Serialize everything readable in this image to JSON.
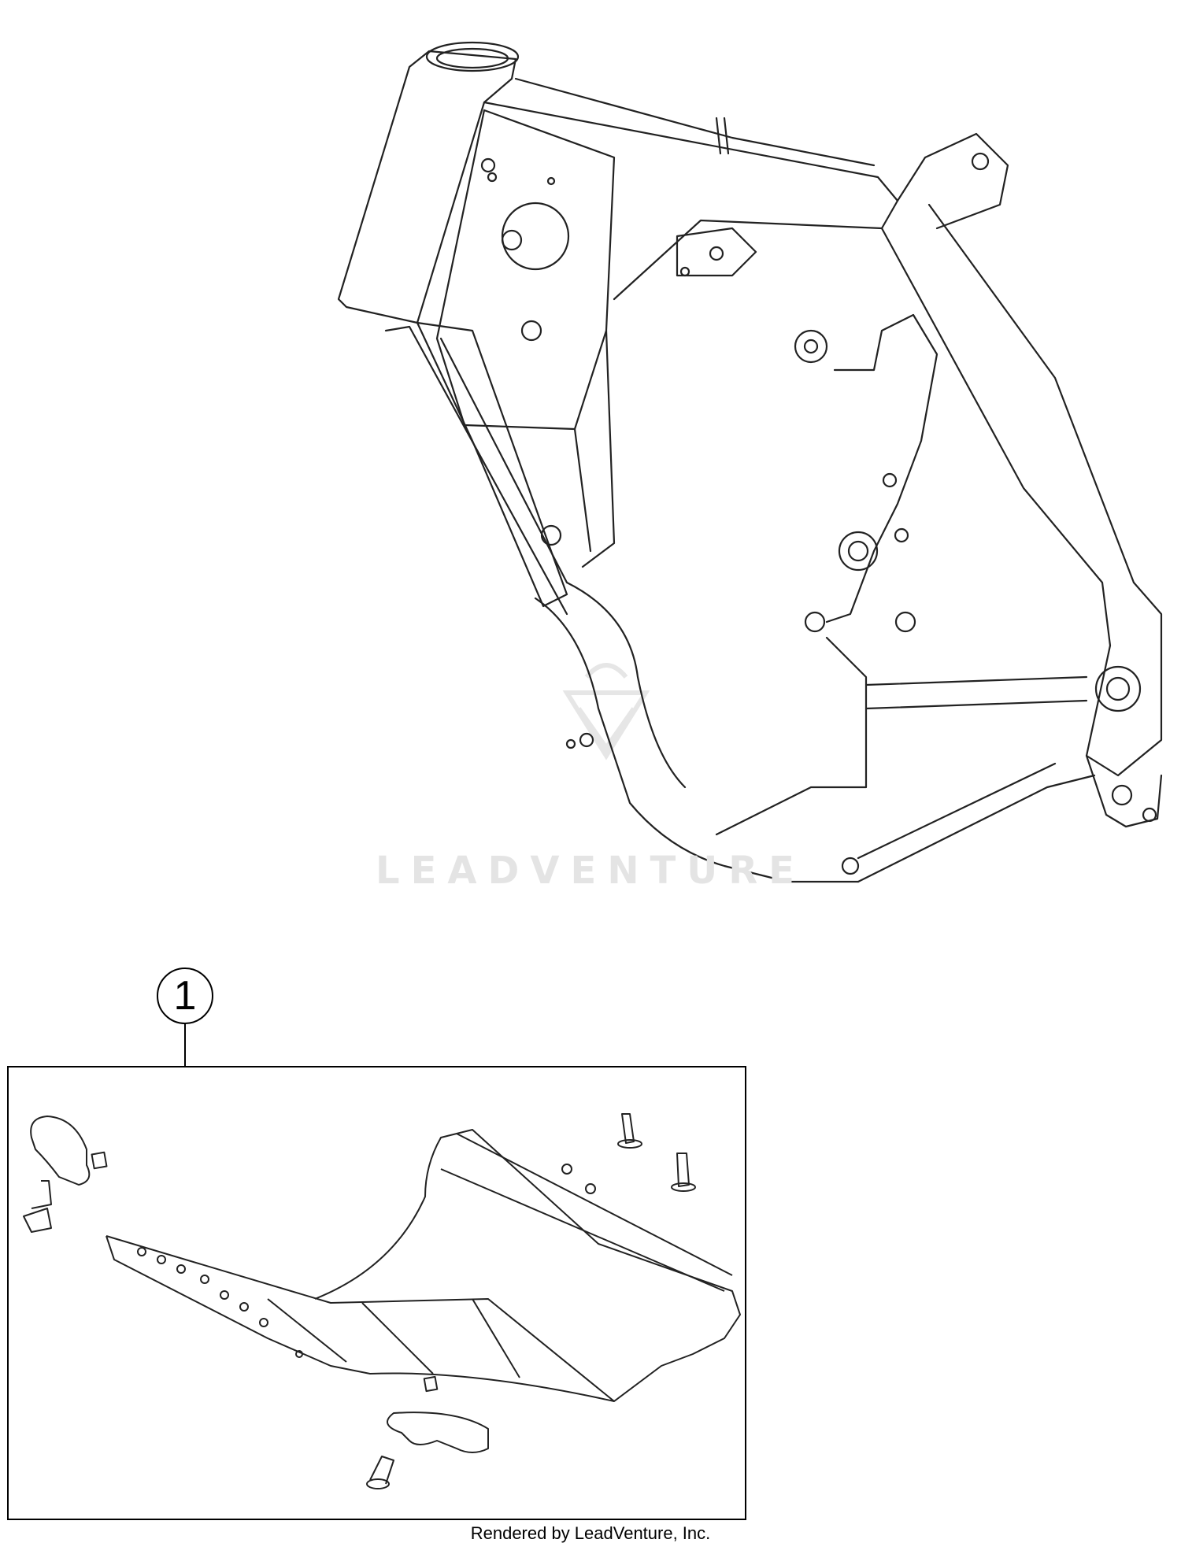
{
  "diagram": {
    "parts": [
      {
        "callout": "1"
      }
    ]
  },
  "watermark": {
    "text": "LEADVENTURE"
  },
  "footer": {
    "credit": "Rendered by LeadVenture, Inc."
  },
  "colors": {
    "line": "#000000",
    "watermark": "#e4e4e4",
    "background": "#ffffff"
  }
}
